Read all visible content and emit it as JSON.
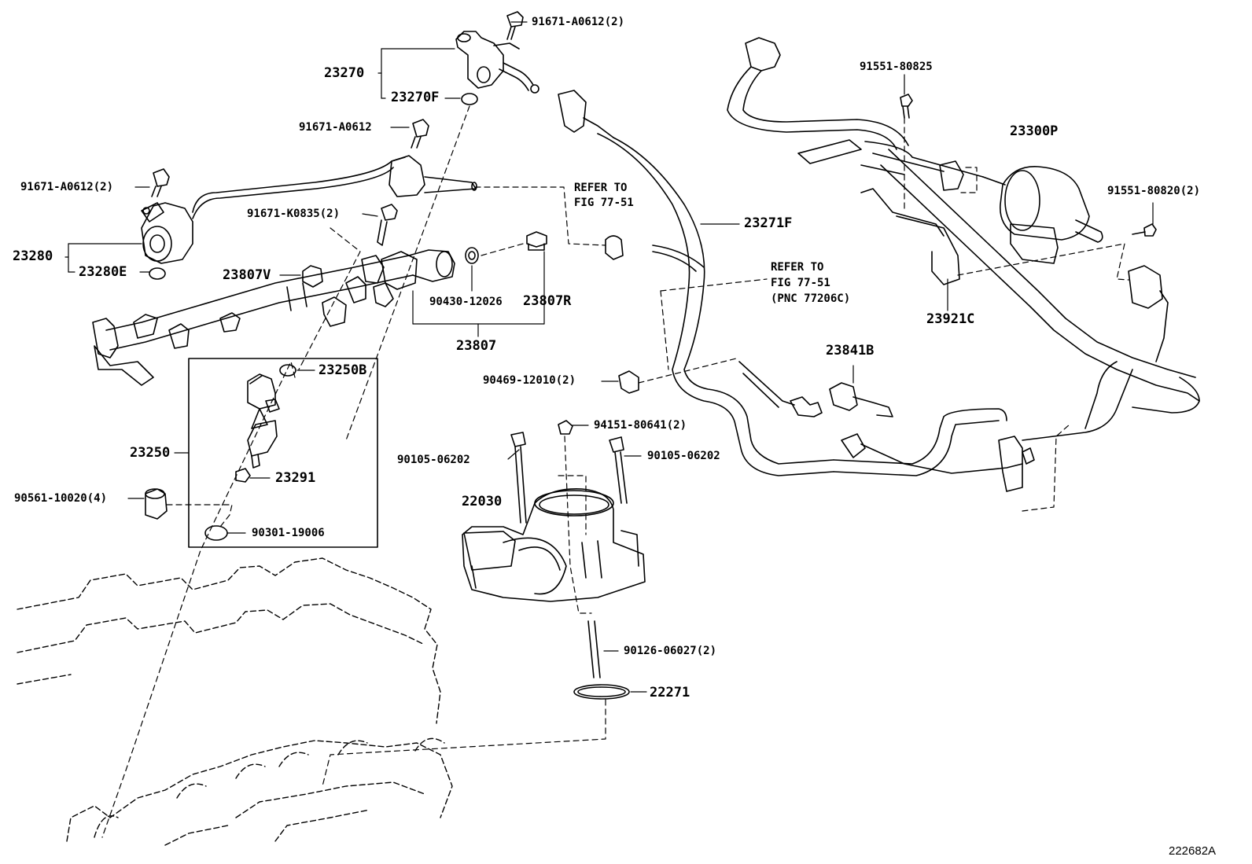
{
  "labels": {
    "p23270": "23270",
    "p23270F": "23270F",
    "p91671_A0612_2_top": "91671-A0612(2)",
    "p91671_A0612": "91671-A0612",
    "p91671_A0612_2_left": "91671-A0612(2)",
    "p91671_K0835_2": "91671-K0835(2)",
    "p23280": "23280",
    "p23280E": "23280E",
    "p23807V": "23807V",
    "p90430_12026": "90430-12026",
    "p23807R": "23807R",
    "p23807": "23807",
    "p23250B": "23250B",
    "p23250": "23250",
    "p23291": "23291",
    "p90561_10020_4": "90561-10020(4)",
    "p90301_19006": "90301-19006",
    "p23271F": "23271F",
    "p90469_12010_2": "90469-12010(2)",
    "p94151_80641_2": "94151-80641(2)",
    "p90105_06202_left": "90105-06202",
    "p90105_06202_right": "90105-06202",
    "p22030": "22030",
    "p90126_06027_2": "90126-06027(2)",
    "p22271": "22271",
    "p91551_80825": "91551-80825",
    "p23300P": "23300P",
    "p91551_80820_2": "91551-80820(2)",
    "p23921C": "23921C",
    "p23841B": "23841B"
  },
  "refs": {
    "ref1_line1": "REFER TO",
    "ref1_line2": "FIG 77-51",
    "ref2_line1": "REFER TO",
    "ref2_line2": "FIG 77-51",
    "ref2_line3": "(PNC 77206C)"
  },
  "figure_id": "222682A"
}
